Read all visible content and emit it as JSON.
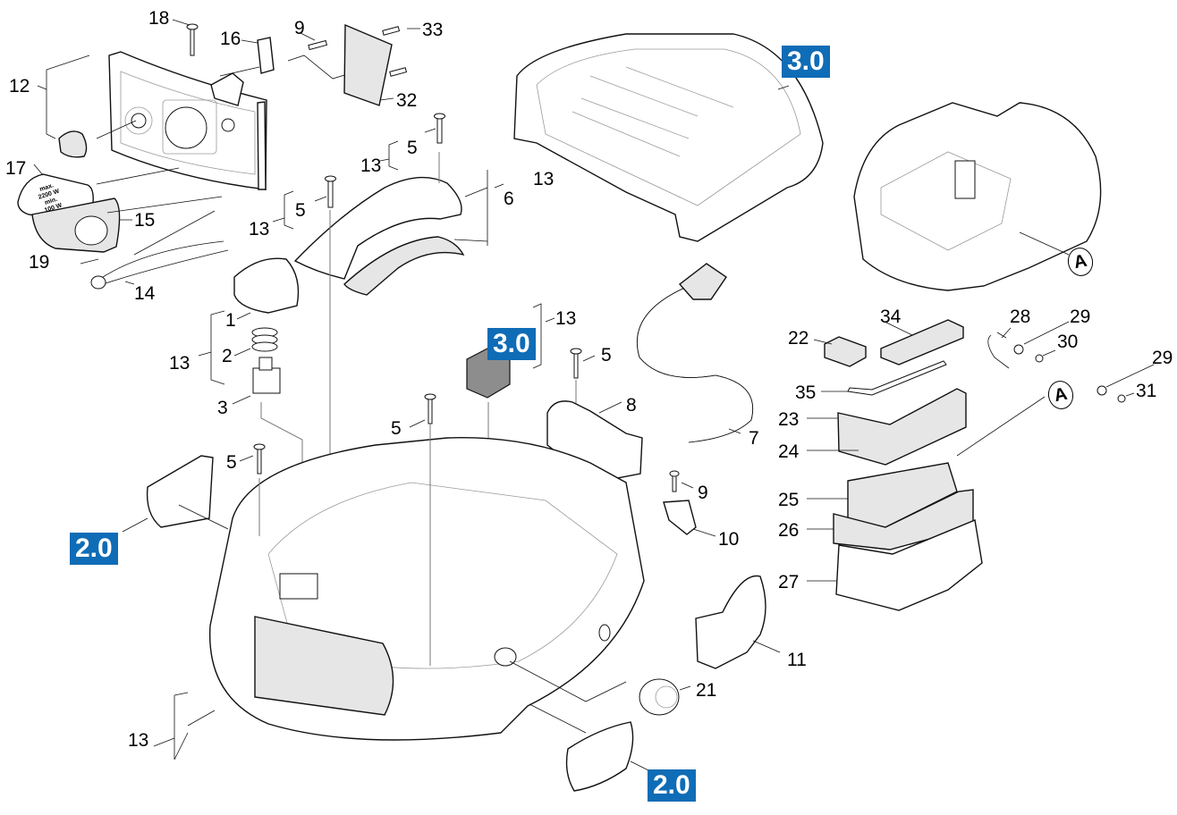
{
  "diagram": {
    "type": "exploded parts diagram",
    "accent_color": "#0f6cb6",
    "section_badges": [
      {
        "id": "badge-3-0-top",
        "label": "3.0"
      },
      {
        "id": "badge-3-0-mid",
        "label": "3.0"
      },
      {
        "id": "badge-2-0-left",
        "label": "2.0"
      },
      {
        "id": "badge-2-0-bottom",
        "label": "2.0"
      }
    ],
    "reference_markers": [
      {
        "id": "marker-a-housing",
        "label": "A"
      },
      {
        "id": "marker-a-hardware",
        "label": "A"
      }
    ],
    "sticker": {
      "line1": "max.",
      "line2": "2200 W",
      "line3": "min.",
      "line4": "100 W"
    },
    "callouts": [
      {
        "n": "18"
      },
      {
        "n": "16"
      },
      {
        "n": "9"
      },
      {
        "n": "33"
      },
      {
        "n": "12"
      },
      {
        "n": "32"
      },
      {
        "n": "17"
      },
      {
        "n": "15"
      },
      {
        "n": "19"
      },
      {
        "n": "14"
      },
      {
        "n": "13"
      },
      {
        "n": "5"
      },
      {
        "n": "13"
      },
      {
        "n": "5"
      },
      {
        "n": "6"
      },
      {
        "n": "13"
      },
      {
        "n": "1"
      },
      {
        "n": "2"
      },
      {
        "n": "13"
      },
      {
        "n": "3"
      },
      {
        "n": "13"
      },
      {
        "n": "5"
      },
      {
        "n": "8"
      },
      {
        "n": "7"
      },
      {
        "n": "5"
      },
      {
        "n": "5"
      },
      {
        "n": "9"
      },
      {
        "n": "10"
      },
      {
        "n": "11"
      },
      {
        "n": "21"
      },
      {
        "n": "13"
      },
      {
        "n": "22"
      },
      {
        "n": "34"
      },
      {
        "n": "28"
      },
      {
        "n": "29"
      },
      {
        "n": "30"
      },
      {
        "n": "29"
      },
      {
        "n": "31"
      },
      {
        "n": "35"
      },
      {
        "n": "23"
      },
      {
        "n": "24"
      },
      {
        "n": "25"
      },
      {
        "n": "26"
      },
      {
        "n": "27"
      }
    ]
  }
}
